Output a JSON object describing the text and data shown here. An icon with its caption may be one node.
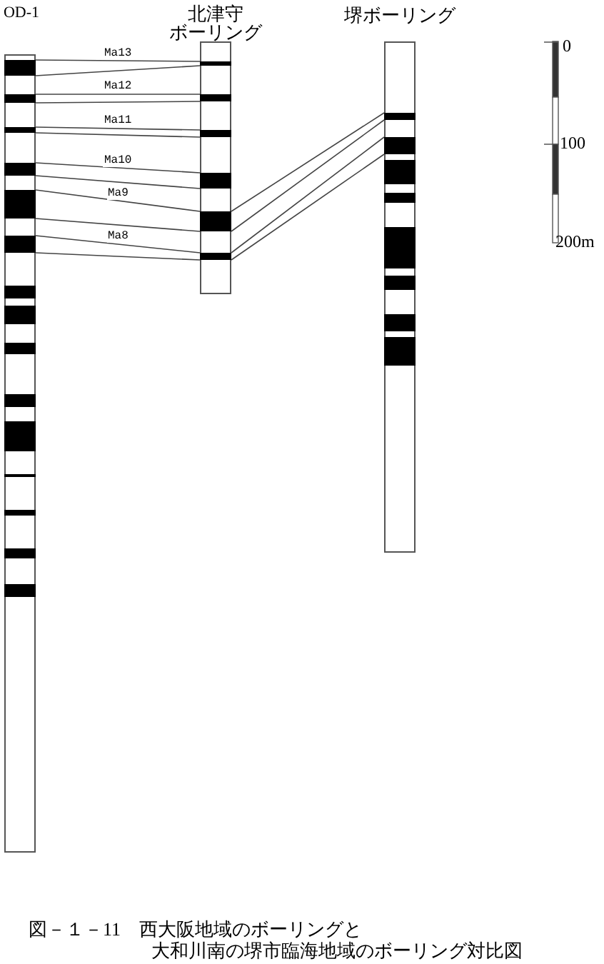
{
  "diagram": {
    "caption": "図－１－11　西大阪地域のボーリングと大和川南の堺市臨海地域のボーリング対比図",
    "nodes": [
      {
        "text": [
          "OD-1"
        ]
      },
      {
        "text": [],
        "shape": "bar",
        "in": 0
      },
      {
        "text": [],
        "shape": "bar",
        "in": 0
      },
      {
        "text": [],
        "shape": "bar",
        "in": 0
      },
      {
        "text": [],
        "shape": "bar",
        "in": 0
      },
      {
        "text": [],
        "shape": "bar",
        "in": 0
      },
      {
        "text": [],
        "shape": "bar",
        "in": 0
      },
      {
        "text": [],
        "shape": "bar",
        "in": 0
      },
      {
        "text": [],
        "shape": "bar",
        "in": 0
      },
      {
        "text": [],
        "shape": "bar",
        "in": 0
      },
      {
        "text": [],
        "shape": "bar",
        "in": 0
      },
      {
        "text": [],
        "shape": "bar",
        "in": 0
      },
      {
        "text": [],
        "shape": "bar",
        "in": 0
      },
      {
        "text": [],
        "shape": "bar",
        "in": 0
      },
      {
        "text": [],
        "shape": "bar",
        "in": 0
      },
      {
        "text": [],
        "shape": "bar",
        "in": 0
      },
      {
        "text": [
          "北津守ボーリング"
        ]
      },
      {
        "text": [],
        "shape": "bar",
        "in": 16
      },
      {
        "text": [],
        "shape": "bar",
        "in": 16
      },
      {
        "text": [],
        "shape": "bar",
        "in": 16
      },
      {
        "text": [],
        "shape": "bar",
        "in": 16
      },
      {
        "text": [],
        "shape": "bar",
        "in": 16
      },
      {
        "text": [],
        "shape": "bar",
        "in": 16
      },
      {
        "text": [
          "堺ボーリング"
        ]
      },
      {
        "text": [],
        "shape": "bar",
        "in": 23
      },
      {
        "text": [],
        "shape": "bar",
        "in": 23
      },
      {
        "text": [],
        "shape": "bar",
        "in": 23
      },
      {
        "text": [],
        "shape": "bar",
        "in": 23
      },
      {
        "text": [],
        "shape": "bar",
        "in": 23
      },
      {
        "text": [],
        "shape": "bar",
        "in": 23
      },
      {
        "text": [],
        "shape": "bar",
        "in": 23
      },
      {
        "text": [],
        "shape": "bar",
        "in": 23
      }
    ],
    "edges": [
      {
        "from": 1,
        "to": 17,
        "arrow": "none",
        "label": "Ma13"
      },
      {
        "from": 1,
        "to": 17,
        "arrow": "none"
      },
      {
        "from": 2,
        "to": 18,
        "arrow": "none",
        "label": "Ma12"
      },
      {
        "from": 2,
        "to": 18,
        "arrow": "none"
      },
      {
        "from": 3,
        "to": 19,
        "arrow": "none",
        "label": "Ma11"
      },
      {
        "from": 3,
        "to": 19,
        "arrow": "none"
      },
      {
        "from": 4,
        "to": 20,
        "arrow": "none",
        "label": "Ma10"
      },
      {
        "from": 4,
        "to": 20,
        "arrow": "none"
      },
      {
        "from": 5,
        "to": 21,
        "arrow": "none",
        "label": "Ma9"
      },
      {
        "from": 5,
        "to": 21,
        "arrow": "none"
      },
      {
        "from": 6,
        "to": 22,
        "arrow": "none",
        "label": "Ma8"
      },
      {
        "from": 6,
        "to": 22,
        "arrow": "none"
      },
      {
        "from": 21,
        "to": 24,
        "arrow": "none"
      },
      {
        "from": 21,
        "to": 24,
        "arrow": "none"
      },
      {
        "from": 22,
        "to": 25,
        "arrow": "none"
      },
      {
        "from": 22,
        "to": 25,
        "arrow": "none"
      }
    ],
    "labels": [
      "0",
      "100",
      "200m"
    ]
  }
}
